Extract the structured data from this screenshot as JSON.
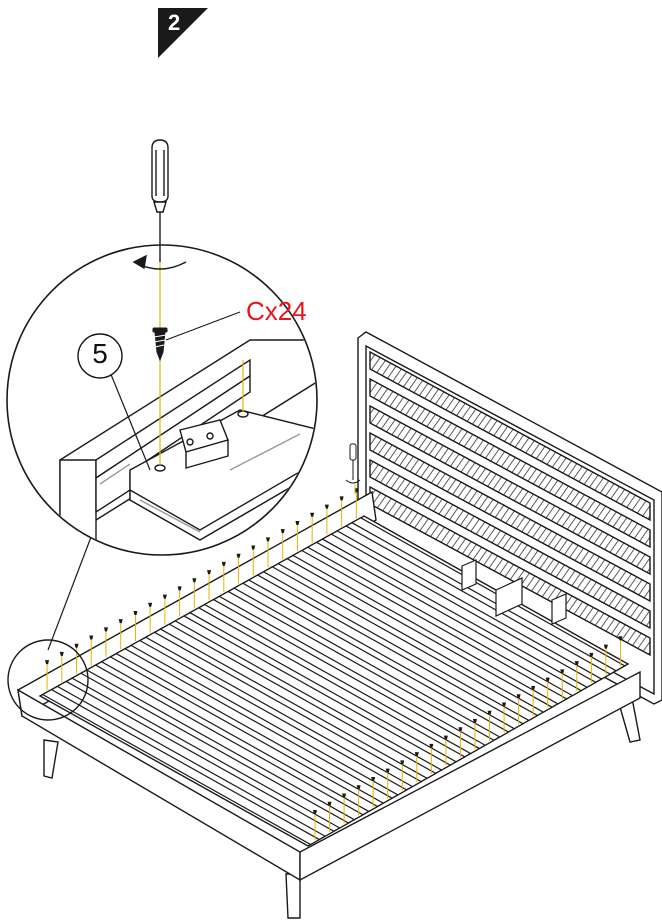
{
  "step": {
    "number": "2"
  },
  "hardware": {
    "label": "Cx24"
  },
  "callout": {
    "part_number": "5"
  },
  "colors": {
    "ink": "#1a1a1a",
    "accent": "#e8141c",
    "screw_line": "#e6b400",
    "shade": "#9a9a9a"
  },
  "icons": [
    "screwdriver-icon",
    "rotate-clockwise-arrow-icon",
    "screw-icon"
  ]
}
